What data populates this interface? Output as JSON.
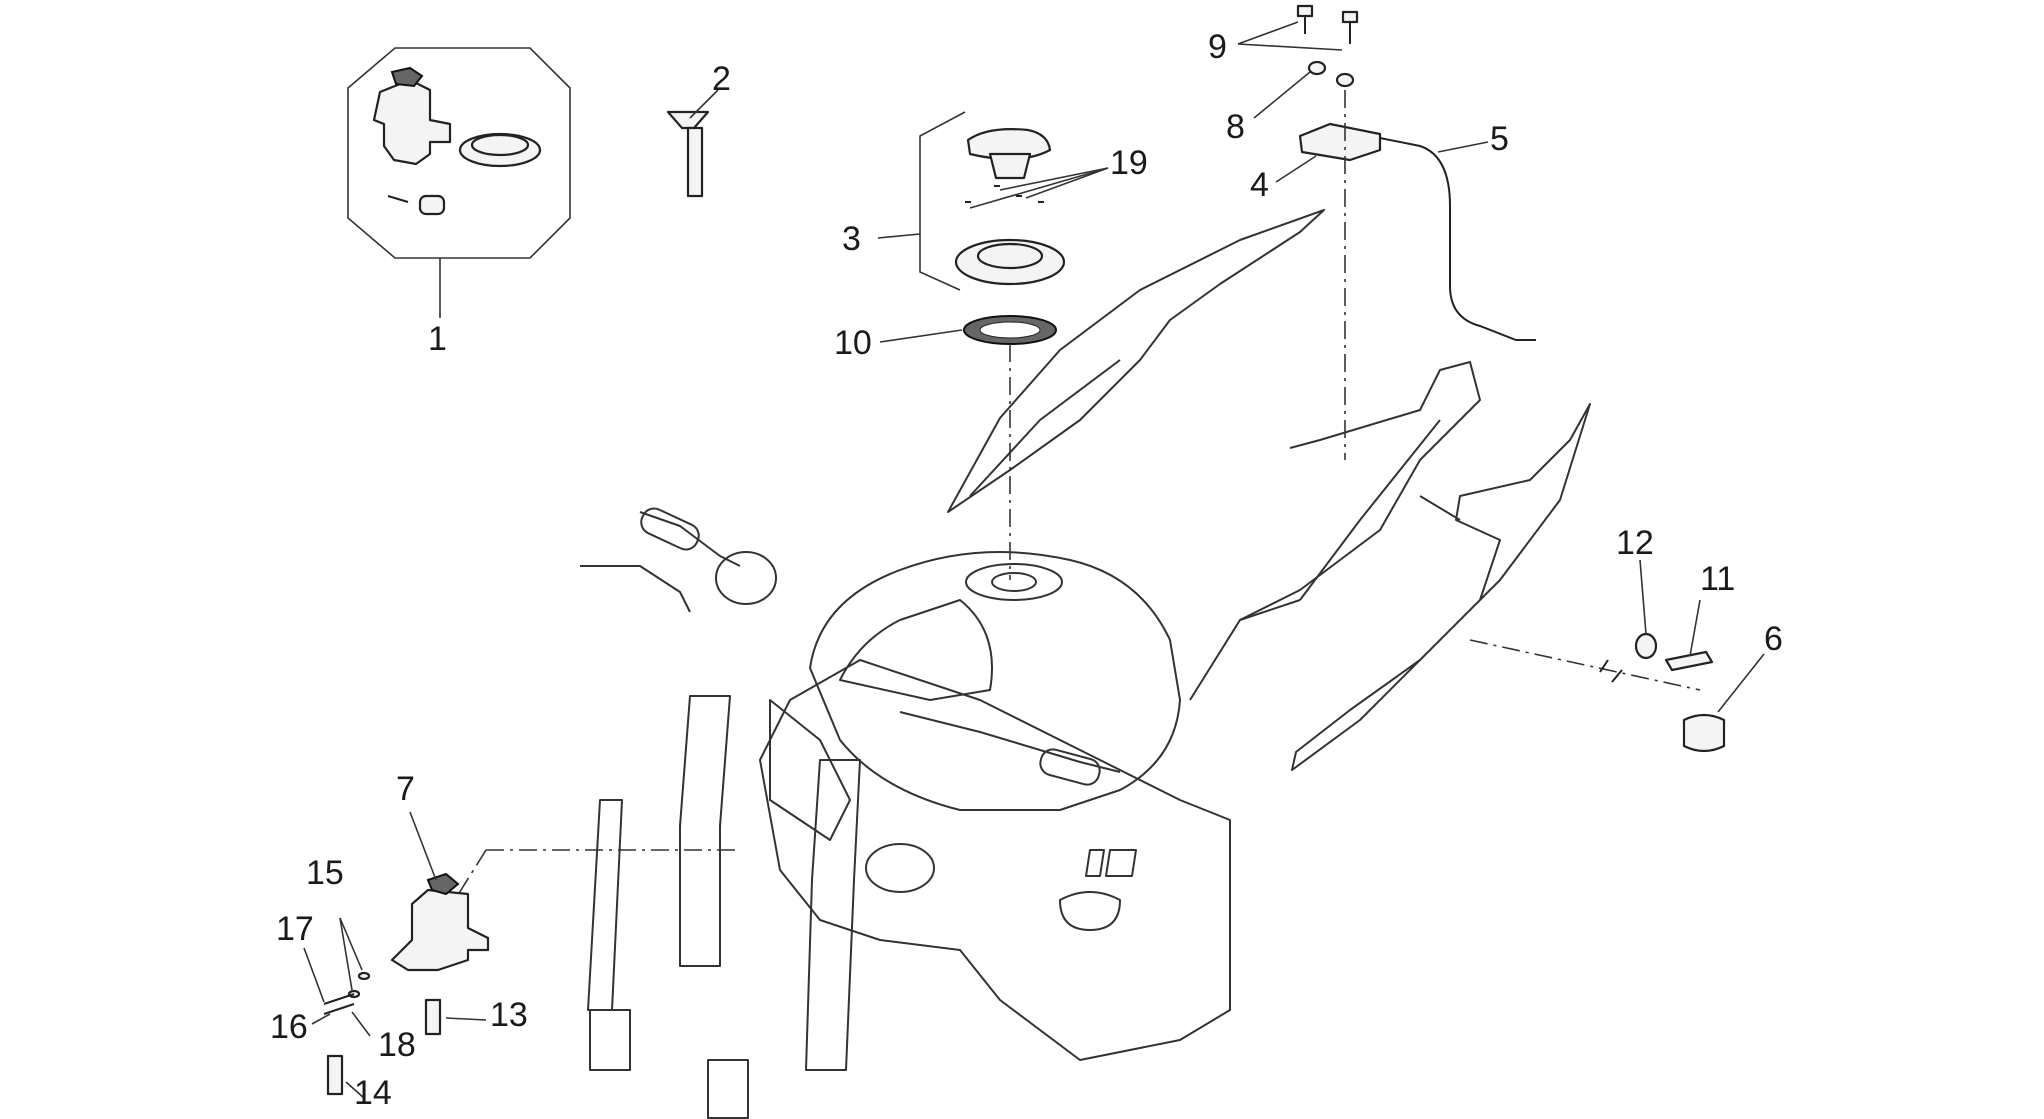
{
  "callouts": [
    {
      "id": "1",
      "label": "1"
    },
    {
      "id": "2",
      "label": "2"
    },
    {
      "id": "3",
      "label": "3"
    },
    {
      "id": "4",
      "label": "4"
    },
    {
      "id": "5",
      "label": "5"
    },
    {
      "id": "6",
      "label": "6"
    },
    {
      "id": "7",
      "label": "7"
    },
    {
      "id": "8",
      "label": "8"
    },
    {
      "id": "9",
      "label": "9"
    },
    {
      "id": "10",
      "label": "10"
    },
    {
      "id": "11",
      "label": "11"
    },
    {
      "id": "12",
      "label": "12"
    },
    {
      "id": "13",
      "label": "13"
    },
    {
      "id": "14",
      "label": "14"
    },
    {
      "id": "15",
      "label": "15"
    },
    {
      "id": "16",
      "label": "16"
    },
    {
      "id": "17",
      "label": "17"
    },
    {
      "id": "18",
      "label": "18"
    },
    {
      "id": "19",
      "label": "19"
    }
  ],
  "colors": {
    "line": "#222222",
    "background": "#ffffff",
    "part_fill": "#f4f4f4"
  }
}
